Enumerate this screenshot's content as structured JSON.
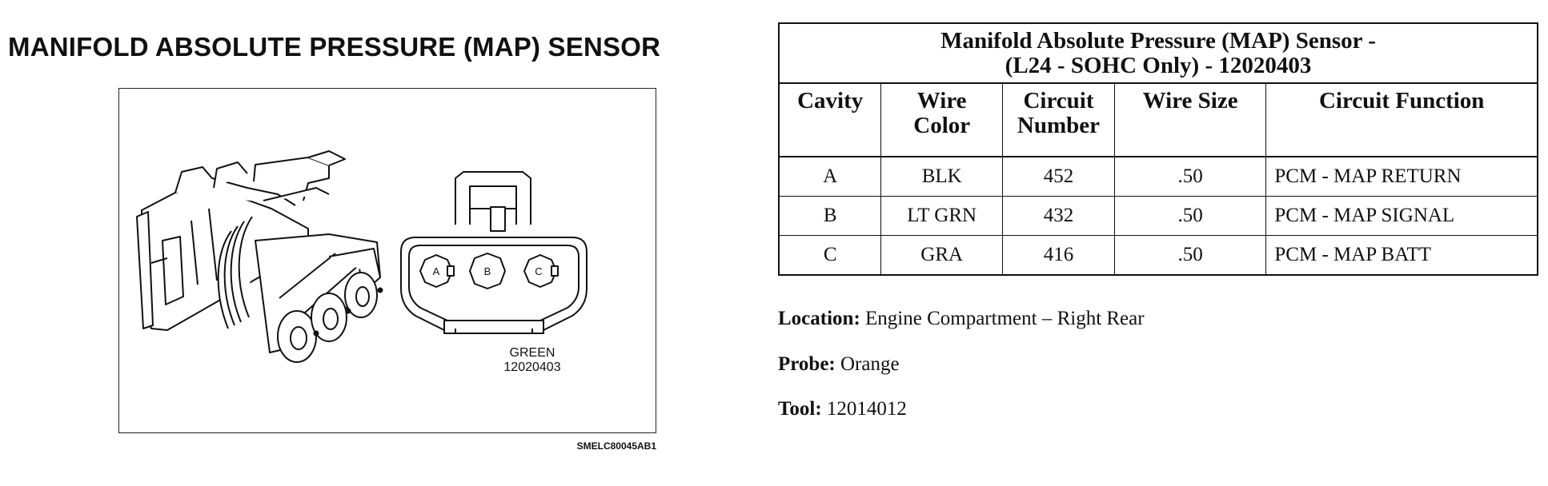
{
  "heading": "MANIFOLD ABSOLUTE PRESSURE (MAP) SENSOR",
  "figure": {
    "connector_color": "GREEN",
    "part_number": "12020403",
    "figure_id": "SMELC80045AB1",
    "cavity_letters": [
      "A",
      "B",
      "C"
    ]
  },
  "table": {
    "title_line1": "Manifold Absolute Pressure (MAP) Sensor -",
    "title_line2": "(L24 - SOHC Only) - 12020403",
    "headers": {
      "cavity": "Cavity",
      "wire_color_1": "Wire",
      "wire_color_2": "Color",
      "circuit_number_1": "Circuit",
      "circuit_number_2": "Number",
      "wire_size": "Wire Size",
      "circuit_function": "Circuit Function"
    },
    "rows": [
      {
        "cavity": "A",
        "wire_color": "BLK",
        "circuit_number": "452",
        "wire_size": ".50",
        "circuit_function": "PCM - MAP RETURN"
      },
      {
        "cavity": "B",
        "wire_color": "LT GRN",
        "circuit_number": "432",
        "wire_size": ".50",
        "circuit_function": "PCM - MAP SIGNAL"
      },
      {
        "cavity": "C",
        "wire_color": "GRA",
        "circuit_number": "416",
        "wire_size": ".50",
        "circuit_function": "PCM - MAP BATT"
      }
    ]
  },
  "info": {
    "location_label": "Location:",
    "location_value": "Engine Compartment – Right Rear",
    "probe_label": "Probe:",
    "probe_value": "Orange",
    "tool_label": "Tool:",
    "tool_value": "12014012"
  }
}
